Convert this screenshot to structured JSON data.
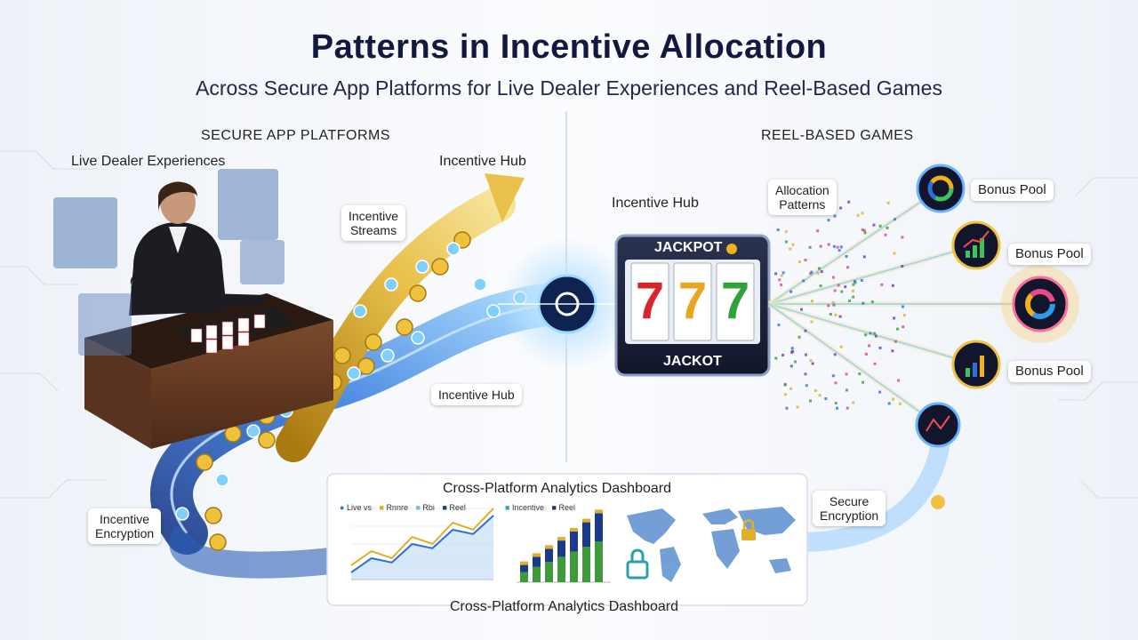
{
  "title": "Patterns in Incentive Allocation",
  "subtitle": "Across Secure App Platforms for Live Dealer Experiences and Reel-Based Games",
  "sections": {
    "left": "SECURE APP PLATFORMS",
    "right": "REEL-BASED GAMES"
  },
  "labels": {
    "live_dealer": "Live Dealer Experiences",
    "incentive_hub_top": "Incentive Hub",
    "incentive_streams": "Incentive\nStreams",
    "incentive_hub_mid": "Incentive Hub",
    "incentive_hub_right": "Incentive Hub",
    "allocation_patterns": "Allocation\nPatterns",
    "incentive_encryption": "Incentive\nEncryption",
    "secure_encryption": "Secure\nEncryption",
    "bonus_pool_1": "Bonus Pool",
    "bonus_pool_2": "Bonus Pool",
    "bonus_pool_3": "Bonus Pool"
  },
  "slot": {
    "top_text": "JACKPOT",
    "bottom_text": "JACKOT",
    "reels": [
      "7",
      "7",
      "7"
    ]
  },
  "dashboard": {
    "title": "Cross-Platform Analytics Dashboard",
    "caption": "Cross-Platform Analytics Dashboard",
    "line_legend": [
      "Live vs",
      "Rnnre",
      "Rbi",
      "Reel"
    ],
    "bar_legend": [
      "Incentive",
      "Reel"
    ]
  },
  "colors": {
    "navy": "#13183f",
    "gold": "#e0b02c",
    "blue": "#2e6fd8",
    "green": "#3f9a3a",
    "teal": "#2aa6c9"
  },
  "chart_data": [
    {
      "type": "line",
      "series": [
        {
          "name": "Live vs",
          "values": [
            1,
            2,
            1.5,
            3,
            2.5,
            4,
            3.5,
            5
          ]
        },
        {
          "name": "Reel",
          "values": [
            0.5,
            1.5,
            1.2,
            2.5,
            2.2,
            3.5,
            3.2,
            4.5
          ]
        }
      ]
    },
    {
      "type": "bar",
      "series": [
        {
          "name": "Incentive",
          "values": [
            1,
            1.5,
            2,
            2.5,
            3,
            3.5,
            4
          ]
        },
        {
          "name": "Reel",
          "values": [
            0.7,
            1,
            1.3,
            1.6,
            2,
            2.4,
            2.8
          ]
        }
      ]
    }
  ]
}
